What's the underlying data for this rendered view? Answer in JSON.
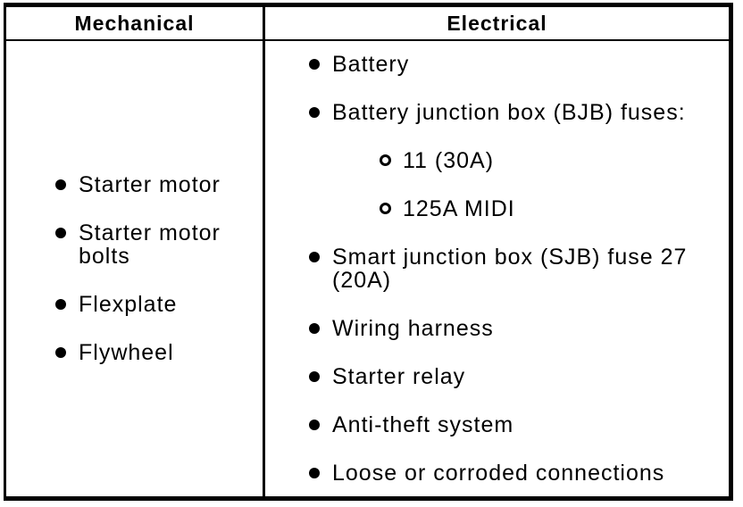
{
  "colors": {
    "background": "#ffffff",
    "border": "#000000",
    "text": "#000000"
  },
  "table": {
    "columns": [
      {
        "header": "Mechanical",
        "items": [
          {
            "level": 1,
            "bullet": "filled",
            "text": "Starter motor"
          },
          {
            "level": 1,
            "bullet": "filled",
            "text": "Starter motor bolts"
          },
          {
            "level": 1,
            "bullet": "filled",
            "text": "Flexplate"
          },
          {
            "level": 1,
            "bullet": "filled",
            "text": "Flywheel"
          }
        ]
      },
      {
        "header": "Electrical",
        "items": [
          {
            "level": 1,
            "bullet": "filled",
            "text": "Battery"
          },
          {
            "level": 1,
            "bullet": "filled",
            "text": "Battery junction box (BJB) fuses:"
          },
          {
            "level": 2,
            "bullet": "hollow",
            "text": "11 (30A)"
          },
          {
            "level": 2,
            "bullet": "hollow",
            "text": "125A MIDI"
          },
          {
            "level": 1,
            "bullet": "filled",
            "text": "Smart junction box (SJB) fuse 27 (20A)"
          },
          {
            "level": 1,
            "bullet": "filled",
            "text": "Wiring harness"
          },
          {
            "level": 1,
            "bullet": "filled",
            "text": "Starter relay"
          },
          {
            "level": 1,
            "bullet": "filled",
            "text": "Anti-theft system"
          },
          {
            "level": 1,
            "bullet": "filled",
            "text": "Loose or corroded connections"
          }
        ]
      }
    ]
  }
}
